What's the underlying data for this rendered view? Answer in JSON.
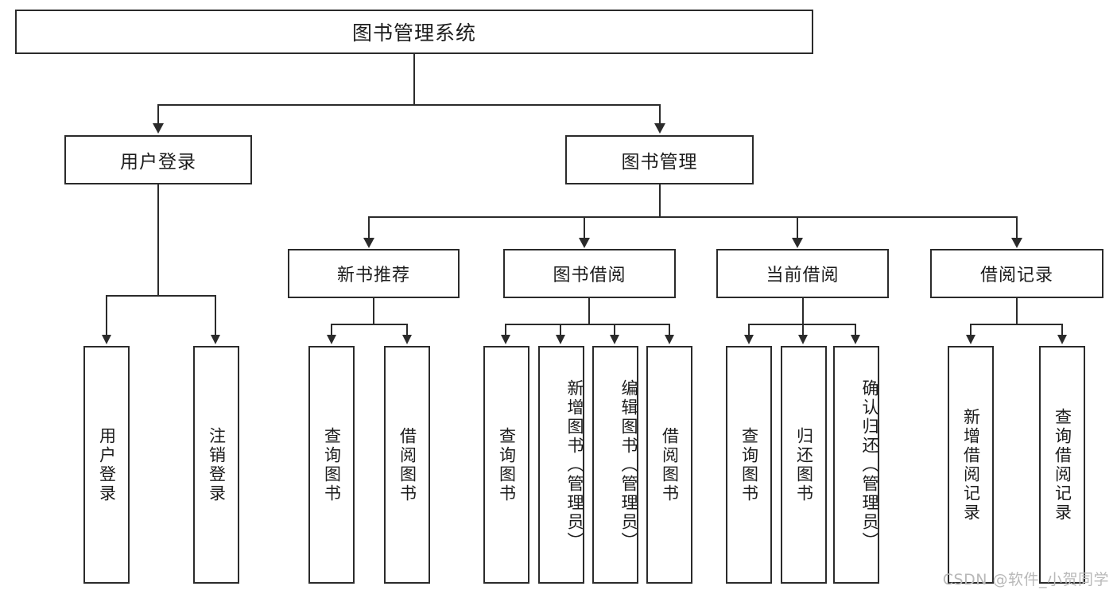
{
  "diagram": {
    "title": "图书管理系统",
    "type": "tree",
    "root": {
      "id": "root",
      "label": "图书管理系统"
    },
    "level2": [
      {
        "id": "user-login",
        "label": "用户登录"
      },
      {
        "id": "book-manage",
        "label": "图书管理"
      }
    ],
    "level3": [
      {
        "id": "new-book-recommend",
        "label": "新书推荐",
        "parent": "book-manage"
      },
      {
        "id": "book-borrow",
        "label": "图书借阅",
        "parent": "book-manage"
      },
      {
        "id": "current-borrow",
        "label": "当前借阅",
        "parent": "book-manage"
      },
      {
        "id": "borrow-record",
        "label": "借阅记录",
        "parent": "book-manage"
      }
    ],
    "leaves": {
      "user_login": [
        {
          "id": "leaf-user-login",
          "label": "用户登录"
        },
        {
          "id": "leaf-logout",
          "label": "注销登录"
        }
      ],
      "new_book_recommend": [
        {
          "id": "leaf-query-book-1",
          "label": "查询图书"
        },
        {
          "id": "leaf-borrow-book-1",
          "label": "借阅图书"
        }
      ],
      "book_borrow": [
        {
          "id": "leaf-query-book-2",
          "label": "查询图书"
        },
        {
          "id": "leaf-add-book",
          "label": "新增图书（管理员）"
        },
        {
          "id": "leaf-edit-book",
          "label": "编辑图书（管理员）"
        },
        {
          "id": "leaf-borrow-book-2",
          "label": "借阅图书"
        }
      ],
      "current_borrow": [
        {
          "id": "leaf-query-book-3",
          "label": "查询图书"
        },
        {
          "id": "leaf-return-book",
          "label": "归还图书"
        },
        {
          "id": "leaf-confirm-return",
          "label": "确认归还（管理员）"
        }
      ],
      "borrow_record": [
        {
          "id": "leaf-add-record",
          "label": "新增借阅记录"
        },
        {
          "id": "leaf-query-record",
          "label": "查询借阅记录"
        }
      ]
    }
  },
  "watermark": {
    "text": "CSDN @软件_小贺同学"
  },
  "colors": {
    "stroke": "#2b2b2b",
    "background": "#ffffff",
    "text": "#1c1c1c",
    "watermark": "#b9b9b9"
  }
}
